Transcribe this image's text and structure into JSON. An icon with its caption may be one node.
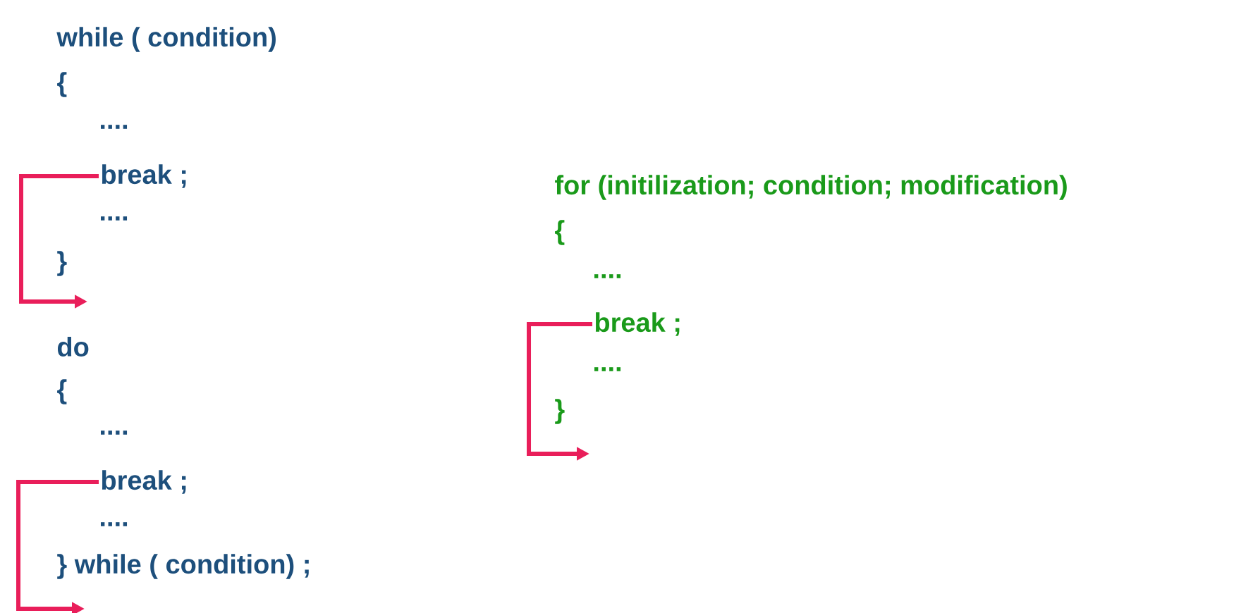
{
  "diagram": {
    "nodes": [
      {
        "text": [
          "break ;"
        ]
      },
      {
        "text": [
          "break ;"
        ]
      },
      {
        "text": [
          "break ;"
        ]
      }
    ],
    "edges": [
      {
        "from": 0,
        "to": null,
        "arrow": "to"
      },
      {
        "from": 1,
        "to": null,
        "arrow": "to"
      },
      {
        "from": 2,
        "to": null,
        "arrow": "to"
      }
    ],
    "labels": [
      "while ( condition)",
      "{",
      "....",
      "....",
      "}",
      "for (initilization; condition; modification)",
      "{",
      "....",
      "....",
      "}",
      "do",
      "{",
      "....",
      "....",
      "} while ( condition) ;"
    ]
  }
}
